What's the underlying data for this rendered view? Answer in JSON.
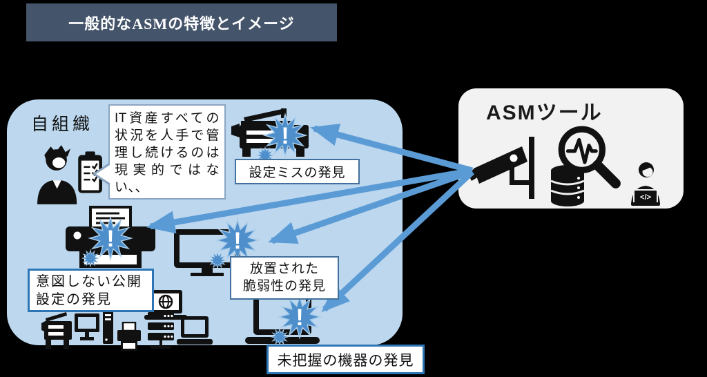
{
  "colors": {
    "background": "#000000",
    "header_bg": "#44546A",
    "header_text": "#FFFFFF",
    "org_bg": "#BCD7EE",
    "asm_bg": "#F2F2F2",
    "arrow": "#5B9BD5",
    "burst": "#4E8FCB",
    "label_border": "#2E75B6"
  },
  "header": {
    "title": "一般的なASMの特徴とイメージ"
  },
  "organization": {
    "label": "自組織",
    "speech_bubble": {
      "text": "IT資産すべての状況を人手で管理し続けるのは現実的ではない、、"
    },
    "alert_mark": "!"
  },
  "findings": {
    "config_mistake": {
      "label": "設定ミスの発見"
    },
    "unintended_exposure": {
      "line1": "意図しない公開",
      "line2": "設定の発見"
    },
    "neglected_vulnerability": {
      "line1": "放置された",
      "line2": "脆弱性の発見"
    },
    "unknown_devices": {
      "label": "未把握の機器の発見"
    }
  },
  "asm_tool": {
    "label": "ASMツール",
    "code_glyph": "</>"
  }
}
